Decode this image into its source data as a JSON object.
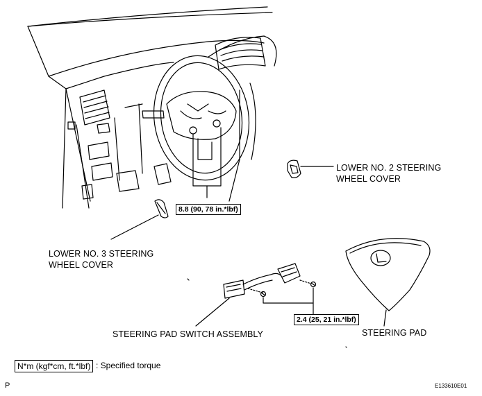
{
  "labels": {
    "lower_no2": [
      "LOWER NO. 2 STEERING",
      "WHEEL COVER"
    ],
    "lower_no3": [
      "LOWER NO. 3 STEERING",
      "WHEEL COVER"
    ],
    "pad_switch": "STEERING PAD SWITCH ASSEMBLY",
    "steering_pad": "STEERING PAD"
  },
  "torques": {
    "upper": "8.8 (90, 78 in.*lbf)",
    "lower": "2.4 (25, 21 in.*lbf)"
  },
  "legend": {
    "unit": "N*m (kgf*cm, ft.*lbf)",
    "text": ": Specified torque"
  },
  "corner_mark": "P",
  "figure_code": "E133610E01"
}
